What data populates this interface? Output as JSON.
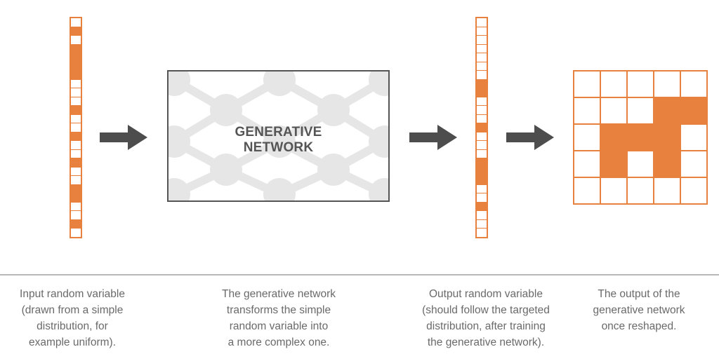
{
  "colors": {
    "accent": "#e8803e",
    "arrow": "#4d4d4d",
    "box_border": "#555555",
    "network_bg": "#e6e6e6",
    "caption_text": "#6a6a6a",
    "divider": "#b8b8b8"
  },
  "input_vector": {
    "label": "input-random-variable",
    "cells": [
      0,
      1,
      0,
      1,
      1,
      1,
      1,
      0,
      0,
      0,
      1,
      0,
      0,
      1,
      0,
      0,
      1,
      0,
      0,
      1,
      1,
      0,
      0,
      1,
      0
    ]
  },
  "network_box": {
    "title_line1": "GENERATIVE",
    "title_line2": "NETWORK"
  },
  "output_vector": {
    "label": "output-random-variable",
    "cells": [
      0,
      0,
      0,
      0,
      0,
      0,
      0,
      1,
      1,
      0,
      0,
      0,
      1,
      0,
      0,
      0,
      1,
      1,
      1,
      0,
      0,
      1,
      0,
      0,
      0
    ]
  },
  "reshaped_grid": {
    "rows": [
      [
        0,
        0,
        0,
        0,
        0
      ],
      [
        0,
        0,
        0,
        1,
        1
      ],
      [
        0,
        1,
        1,
        1,
        0
      ],
      [
        0,
        1,
        0,
        1,
        0
      ],
      [
        0,
        0,
        0,
        0,
        0
      ]
    ]
  },
  "captions": [
    "Input random variable\n(drawn from a simple\ndistribution, for\nexample uniform).",
    "The generative network\ntransforms the simple\nrandom variable into\na more complex one.",
    "Output random variable\n(should follow the targeted\ndistribution, after training\nthe generative network).",
    "The output of the\ngenerative network\nonce reshaped."
  ]
}
